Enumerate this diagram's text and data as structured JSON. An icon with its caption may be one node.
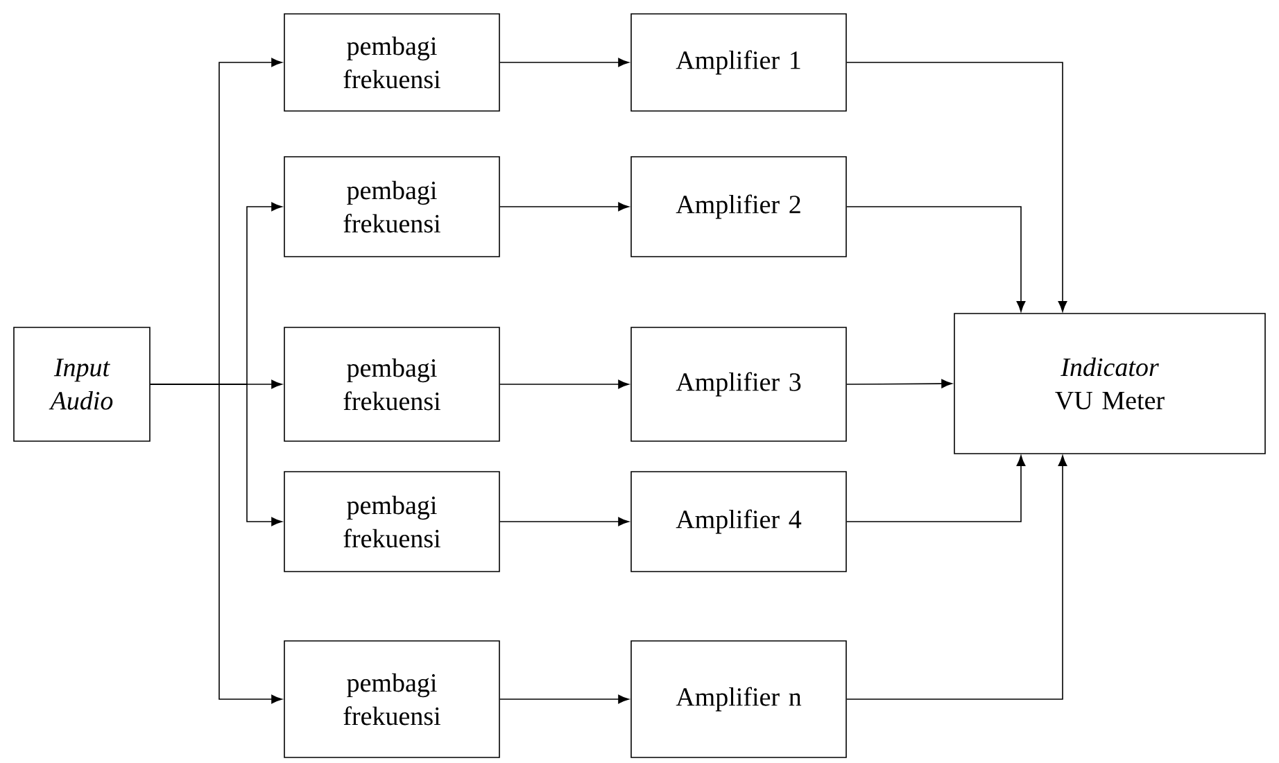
{
  "diagram": {
    "nodes": [
      {
        "text": [
          "Input Audio"
        ]
      },
      {
        "text": [
          "pembagi frekuensi"
        ]
      },
      {
        "text": [
          "pembagi frekuensi"
        ]
      },
      {
        "text": [
          "pembagi frekuensi"
        ]
      },
      {
        "text": [
          "pembagi frekuensi"
        ]
      },
      {
        "text": [
          "pembagi frekuensi"
        ]
      },
      {
        "text": [
          "Amplifier 1"
        ]
      },
      {
        "text": [
          "Amplifier 2"
        ]
      },
      {
        "text": [
          "Amplifier 3"
        ]
      },
      {
        "text": [
          "Amplifier 4"
        ]
      },
      {
        "text": [
          "Amplifier n"
        ]
      },
      {
        "text": [
          "*Indicator* VU Meter"
        ]
      }
    ],
    "edges": [
      {
        "from": 0,
        "to": 1,
        "arrow": "to"
      },
      {
        "from": 0,
        "to": 2,
        "arrow": "to"
      },
      {
        "from": 0,
        "to": 3,
        "arrow": "to"
      },
      {
        "from": 0,
        "to": 4,
        "arrow": "to"
      },
      {
        "from": 0,
        "to": 5,
        "arrow": "to"
      },
      {
        "from": 1,
        "to": 6,
        "arrow": "to"
      },
      {
        "from": 2,
        "to": 7,
        "arrow": "to"
      },
      {
        "from": 3,
        "to": 8,
        "arrow": "to"
      },
      {
        "from": 4,
        "to": 9,
        "arrow": "to"
      },
      {
        "from": 5,
        "to": 10,
        "arrow": "to"
      },
      {
        "from": 6,
        "to": 11,
        "arrow": "to"
      },
      {
        "from": 7,
        "to": 11,
        "arrow": "to"
      },
      {
        "from": 8,
        "to": 11,
        "arrow": "to"
      },
      {
        "from": 9,
        "to": 11,
        "arrow": "to"
      },
      {
        "from": 10,
        "to": 11,
        "arrow": "to"
      }
    ]
  }
}
